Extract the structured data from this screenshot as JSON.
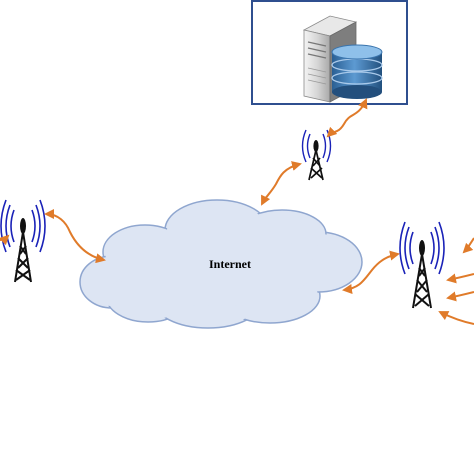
{
  "cloud": {
    "label": "Internet",
    "fill_color": "#dde5f3",
    "stroke_color": "#8fa6cf"
  },
  "server_box": {
    "border_color": "#2f4f8f",
    "server_icon": "server-tower-icon",
    "database_icon": "database-cylinder-icon",
    "database_color": "#2f6fa8"
  },
  "towers": [
    {
      "id": "tower-left",
      "icon": "radio-tower-icon"
    },
    {
      "id": "tower-top",
      "icon": "radio-tower-icon"
    },
    {
      "id": "tower-right",
      "icon": "radio-tower-icon"
    }
  ],
  "signal_wave_color": "#1a22b8",
  "link_arrow_color": "#e07b2a"
}
